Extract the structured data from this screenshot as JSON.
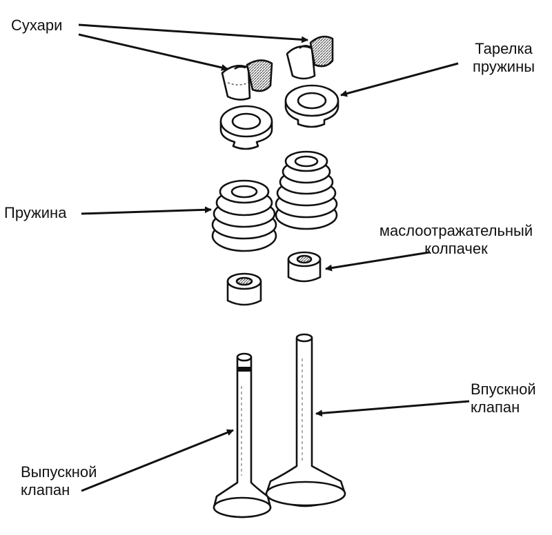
{
  "labels": {
    "keepers": "Сухари",
    "retainer_line1": "Тарелка",
    "retainer_line2": "пружины",
    "spring": "Пружина",
    "seal_line1": "маслоотражательный",
    "seal_line2": "колпачек",
    "intake_line1": "Впускной",
    "intake_line2": "клапан",
    "exhaust_line1": "Выпускной",
    "exhaust_line2": "клапан"
  },
  "colors": {
    "ink": "#111111",
    "paper": "#ffffff",
    "hatch": "#888888"
  }
}
